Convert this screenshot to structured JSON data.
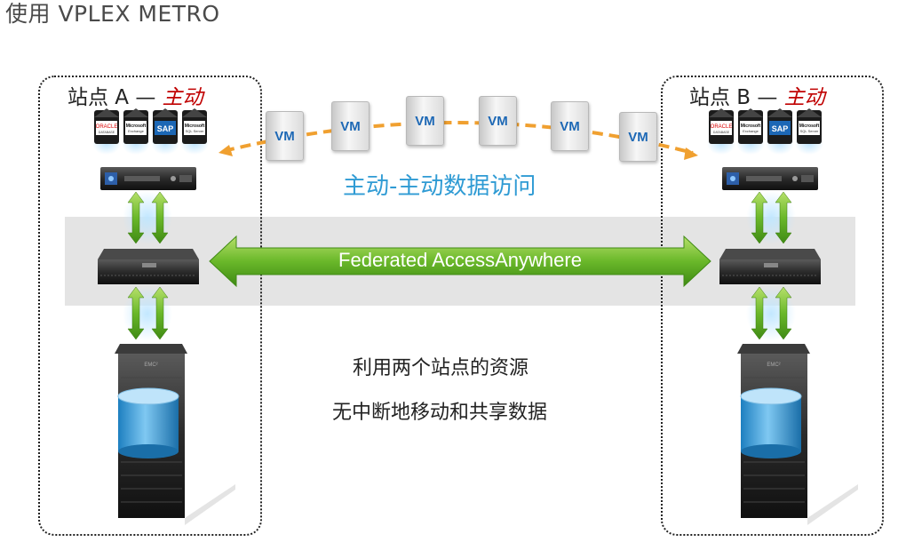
{
  "title": "使用 VPLEX METRO",
  "site_a": {
    "label": "站点 A —",
    "status": "主动"
  },
  "site_b": {
    "label": "站点 B —",
    "status": "主动"
  },
  "vm_label": "VM",
  "vms": [
    "VM",
    "VM",
    "VM",
    "VM",
    "VM",
    "VM"
  ],
  "active_active_text": "主动-主动数据访问",
  "federated_label": "Federated AccessAnywhere",
  "bullet_1": "利用两个站点的资源",
  "bullet_2": "无中断地移动和共享数据",
  "app_icons": [
    "ORACLE DATABASE",
    "Microsoft Exchange",
    "SAP",
    "Microsoft SQL Server"
  ],
  "colors": {
    "accent_blue": "#2f9bd4",
    "arrow_green": "#6ab82a",
    "active_red": "#c00000",
    "vm_path_orange": "#f0a030"
  }
}
